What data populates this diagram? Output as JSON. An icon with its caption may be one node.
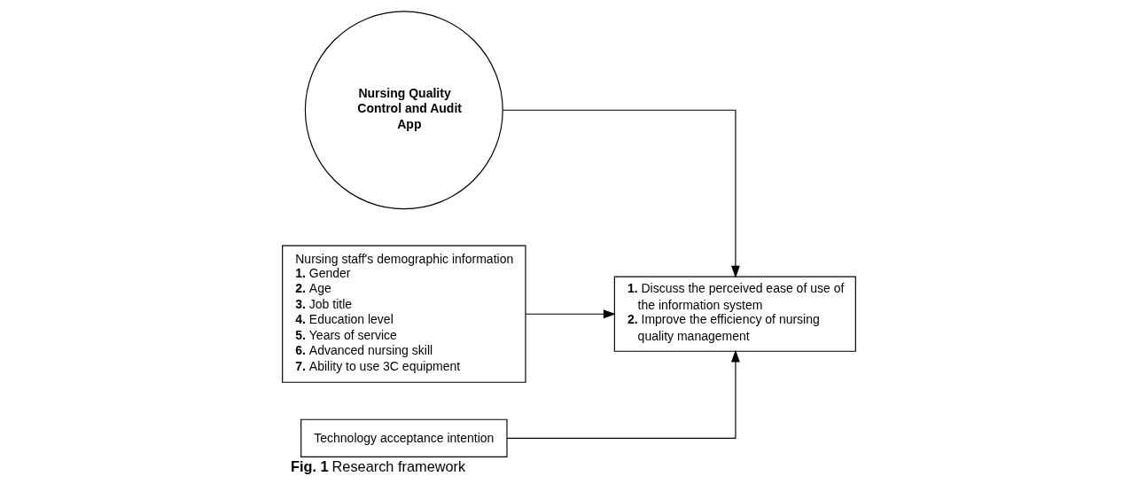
{
  "diagram": {
    "caption": "**Fig. 1** Research framework",
    "nodes": [
      {
        "text": [
          "Nursing Quality Control and Audit App"
        ]
      },
      {
        "text": [
          "Nursing staff's demographic information",
          "**1.** Gender",
          "**2.** Age",
          "**3.** Job title",
          "**4.** Education level",
          "**5.** Years of service",
          "**6.** Advanced nursing skill",
          "**7.** Ability to use 3C equipment"
        ]
      },
      {
        "text": [
          "Technology acceptance intention"
        ]
      },
      {
        "text": [
          "**1.** Discuss the perceived ease of use of the information system",
          "**2.** Improve the efficiency of nursing quality management"
        ]
      }
    ],
    "edges": [
      {
        "from": 0,
        "to": 3,
        "arrow": "to"
      },
      {
        "from": 1,
        "to": 3,
        "arrow": "to"
      },
      {
        "from": 2,
        "to": 3,
        "arrow": "to"
      }
    ]
  }
}
